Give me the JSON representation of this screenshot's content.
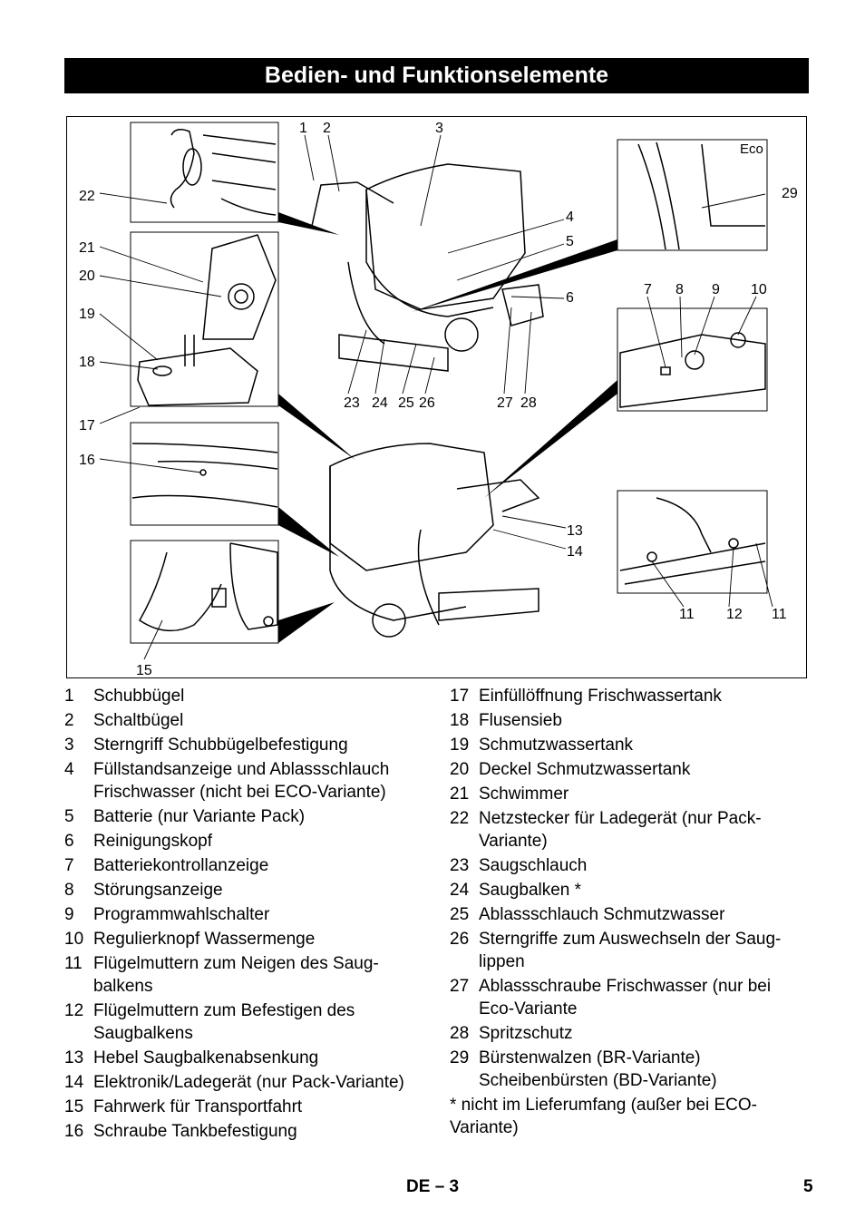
{
  "page": {
    "title": "Bedien- und Funktionselemente",
    "footer_left": "DE",
    "footer_dash": "– 3",
    "footer_page": "5"
  },
  "figure": {
    "callouts": {
      "c1": "1",
      "c2": "2",
      "c3": "3",
      "c4": "4",
      "c5": "5",
      "c6": "6",
      "c7": "7",
      "c8": "8",
      "c9": "9",
      "c10": "10",
      "c11a": "11",
      "c12": "12",
      "c11b": "11",
      "c13": "13",
      "c14": "14",
      "c15": "15",
      "c16": "16",
      "c17": "17",
      "c18": "18",
      "c19": "19",
      "c20": "20",
      "c21": "21",
      "c22": "22",
      "c23": "23",
      "c24": "24",
      "c25": "25",
      "c26": "26",
      "c27": "27",
      "c28": "28",
      "c29": "29"
    },
    "eco_label": "Eco"
  },
  "legend_left": [
    {
      "num": "1",
      "text": "Schubbügel"
    },
    {
      "num": "2",
      "text": "Schaltbügel"
    },
    {
      "num": "3",
      "text": "Sterngriff Schubbügelbefestigung"
    },
    {
      "num": "4",
      "text": "Füllstandsanzeige und Ablassschlauch Frischwasser (nicht bei ECO-Variante)"
    },
    {
      "num": "5",
      "text": "Batterie (nur Variante Pack)"
    },
    {
      "num": "6",
      "text": "Reinigungskopf"
    },
    {
      "num": "7",
      "text": "Batteriekontrollanzeige"
    },
    {
      "num": "8",
      "text": "Störungsanzeige"
    },
    {
      "num": "9",
      "text": "Programmwahlschalter"
    },
    {
      "num": "10",
      "text": "Regulierknopf Wassermenge"
    },
    {
      "num": "11",
      "text": "Flügelmuttern zum Neigen des Saug-balkens"
    },
    {
      "num": "12",
      "text": "Flügelmuttern zum Befestigen des Saugbalkens"
    },
    {
      "num": "13",
      "text": "Hebel Saugbalkenabsenkung"
    },
    {
      "num": "14",
      "text": "Elektronik/Ladegerät (nur Pack-Variante)"
    },
    {
      "num": "15",
      "text": "Fahrwerk für Transportfahrt"
    },
    {
      "num": "16",
      "text": "Schraube Tankbefestigung"
    }
  ],
  "legend_right": [
    {
      "num": "17",
      "text": "Einfüllöffnung Frischwassertank"
    },
    {
      "num": "18",
      "text": "Flusensieb"
    },
    {
      "num": "19",
      "text": "Schmutzwassertank"
    },
    {
      "num": "20",
      "text": "Deckel Schmutzwassertank"
    },
    {
      "num": "21",
      "text": "Schwimmer"
    },
    {
      "num": "22",
      "text": "Netzstecker für Ladegerät (nur Pack-Variante)"
    },
    {
      "num": "23",
      "text": "Saugschlauch"
    },
    {
      "num": "24",
      "text": "Saugbalken *"
    },
    {
      "num": "25",
      "text": "Ablassschlauch Schmutzwasser"
    },
    {
      "num": "26",
      "text": "Sterngriffe zum Auswechseln der Saug-lippen"
    },
    {
      "num": "27",
      "text": "Ablassschraube Frischwasser (nur bei Eco-Variante"
    },
    {
      "num": "28",
      "text": "Spritzschutz"
    },
    {
      "num": "29",
      "text": "Bürstenwalzen (BR-Variante) Scheibenbürsten (BD-Variante)"
    }
  ],
  "footnote": "* nicht im Lieferumfang (außer bei ECO-Variante)"
}
